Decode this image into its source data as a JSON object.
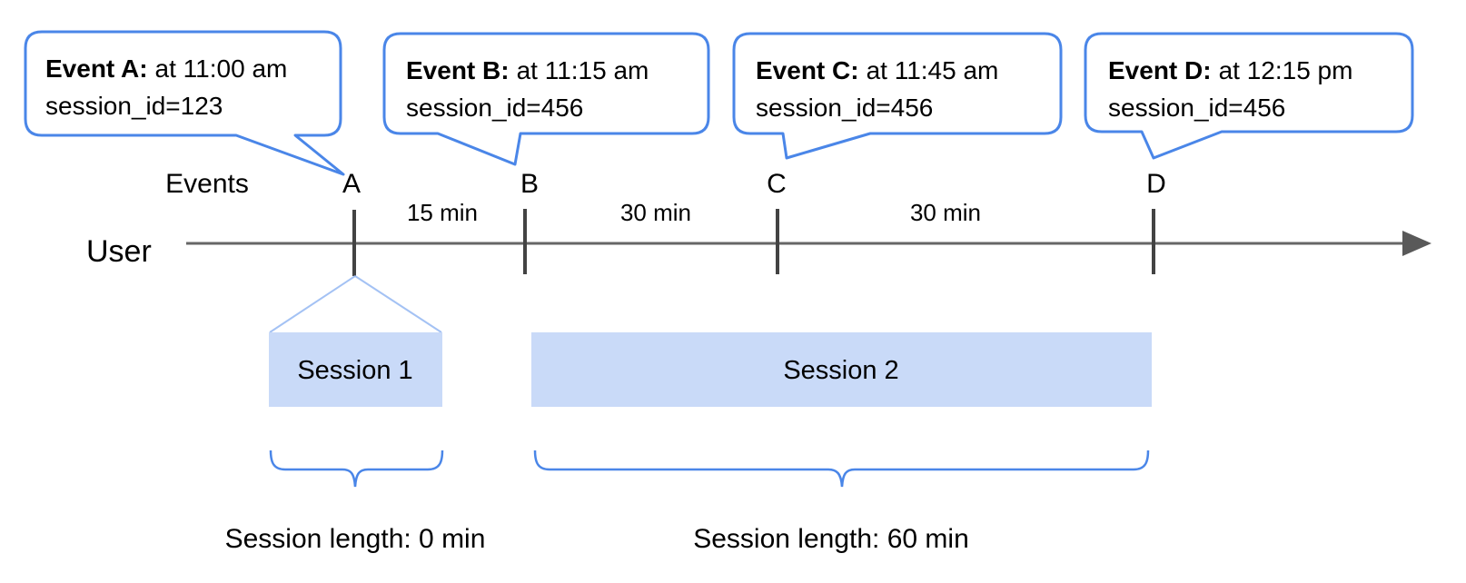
{
  "diagram": {
    "axis": {
      "events_label": "Events",
      "user_label": "User"
    },
    "events": [
      {
        "letter": "A",
        "title": "Event A:",
        "time": "at 11:00 am",
        "session": "session_id=123"
      },
      {
        "letter": "B",
        "title": "Event B:",
        "time": "at 11:15 am",
        "session": "session_id=456"
      },
      {
        "letter": "C",
        "title": "Event C:",
        "time": "at 11:45 am",
        "session": "session_id=456"
      },
      {
        "letter": "D",
        "title": "Event D:",
        "time": "at 12:15 pm",
        "session": "session_id=456"
      }
    ],
    "gaps": [
      {
        "label": "15 min"
      },
      {
        "label": "30 min"
      },
      {
        "label": "30 min"
      }
    ],
    "sessions": [
      {
        "label": "Session 1",
        "length_label": "Session length: 0 min"
      },
      {
        "label": "Session 2",
        "length_label": "Session length: 60 min"
      }
    ],
    "colors": {
      "bubble_border": "#4a86e8",
      "bubble_fill": "#ffffff",
      "session_fill": "#c9daf8",
      "funnel_line": "#a4c2f4",
      "timeline_line": "#666666",
      "tick": "#434343",
      "arrowhead": "#595959",
      "brace": "#4a86e8"
    }
  }
}
